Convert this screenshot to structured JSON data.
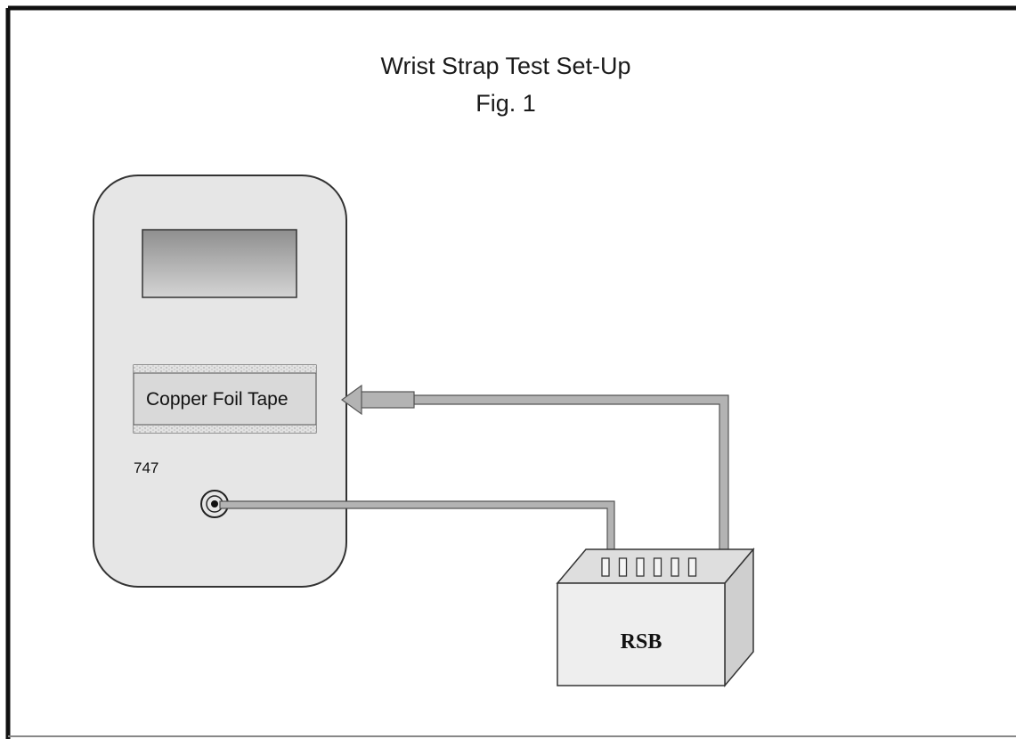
{
  "title": "Wrist Strap Test Set-Up",
  "subtitle": "Fig. 1",
  "meter": {
    "model_label": "747",
    "tape_label": "Copper Foil Tape"
  },
  "box": {
    "label": "RSB",
    "slot_count": 6
  },
  "colors": {
    "meter_fill": "#e6e6e6",
    "display_top": "#8f8f8f",
    "display_bottom": "#cfcfcf",
    "tape_fill": "#d9d9d9",
    "wire_fill": "#b3b3b3",
    "box_front": "#eeeeee",
    "box_top": "#dedede",
    "box_side": "#cfcfcf",
    "outline": "#333333"
  }
}
